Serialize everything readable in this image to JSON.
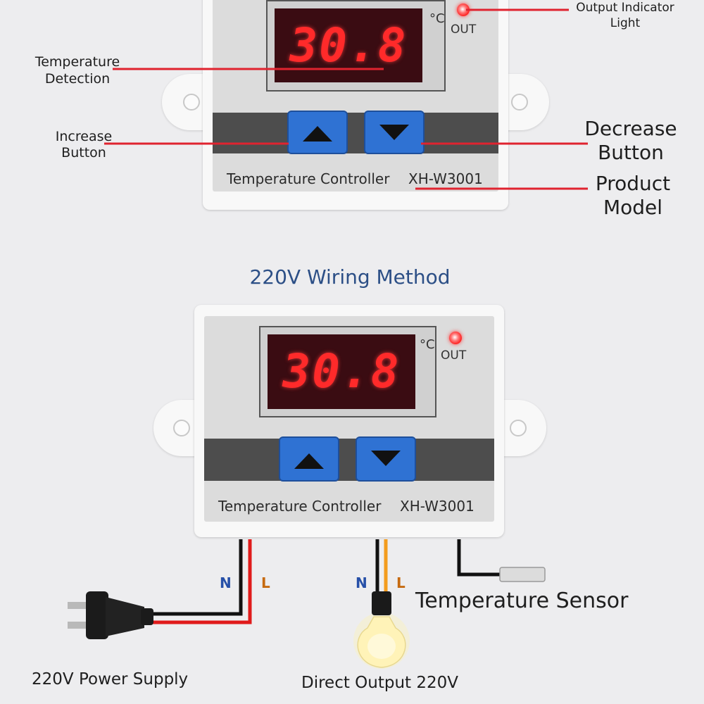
{
  "labels": {
    "output_indicator": "Output Indicator\nLight",
    "temperature_detection": "Temperature\nDetection",
    "increase_button": "Increase\nButton",
    "decrease_button": "Decrease\nButton",
    "product_model": "Product\nModel",
    "wiring_title": "220V Wiring Method",
    "temperature_sensor": "Temperature Sensor",
    "power_supply": "220V Power Supply",
    "direct_output": "Direct Output 220V"
  },
  "controller": {
    "reading": "30.8",
    "unit": "°C",
    "out_label": "OUT",
    "brand_text": "Temperature Controller",
    "model": "XH-W3001",
    "up_icon": "triangle-up-icon",
    "down_icon": "triangle-down-icon"
  },
  "wiring": {
    "power_n": "N",
    "power_l": "L",
    "output_n": "N",
    "output_l": "L"
  },
  "colors": {
    "callout_line": "#e0232f",
    "title_blue": "#2c4f86",
    "display_red": "#ff2a2a",
    "button_blue": "#2f72d3",
    "wire_black": "#111111",
    "wire_red": "#e01b1b",
    "wire_orange": "#f39c1e",
    "wire_label_blue": "#2750a8",
    "wire_label_orange": "#c66a10"
  }
}
